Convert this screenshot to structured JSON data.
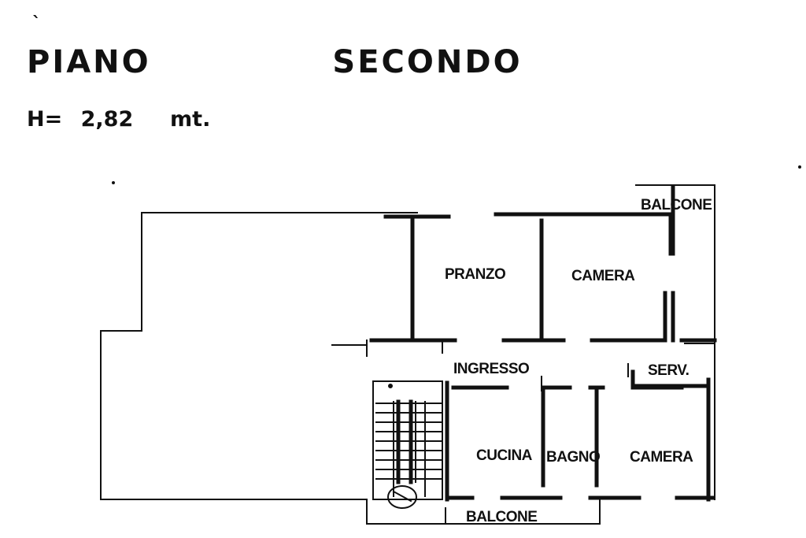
{
  "header": {
    "title": "PIANO   SECONDO",
    "height_note": "H= 2,82  mt.",
    "stray_mark": "`"
  },
  "rooms": {
    "balcone_top": "BALCONE",
    "pranzo": "PRANZO",
    "camera_top": "CAMERA",
    "ingresso": "INGRESSO",
    "serv": "SERV.",
    "cucina": "CUCINA",
    "bagno": "BAGNO",
    "camera_bottom": "CAMERA",
    "balcone_bottom": "BALCONE"
  },
  "colors": {
    "ink": "#111111",
    "background": "#ffffff"
  }
}
